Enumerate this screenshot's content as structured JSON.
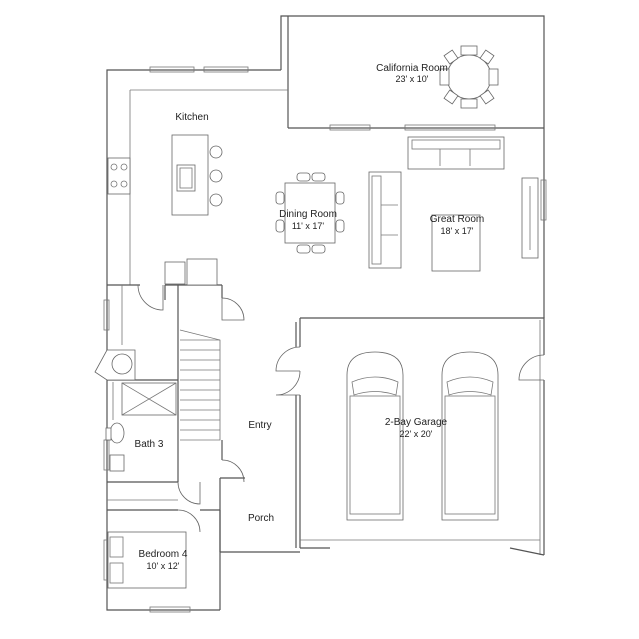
{
  "rooms": {
    "california": {
      "name": "California Room",
      "dims": "23' x 10'"
    },
    "kitchen": {
      "name": "Kitchen"
    },
    "dining": {
      "name": "Dining Room",
      "dims": "11' x 17'"
    },
    "great": {
      "name": "Great Room",
      "dims": "18' x 17'"
    },
    "entry": {
      "name": "Entry"
    },
    "garage": {
      "name": "2-Bay Garage",
      "dims": "22' x 20'"
    },
    "bath3": {
      "name": "Bath 3"
    },
    "porch": {
      "name": "Porch"
    },
    "bedroom4": {
      "name": "Bedroom 4",
      "dims": "10' x 12'"
    }
  }
}
